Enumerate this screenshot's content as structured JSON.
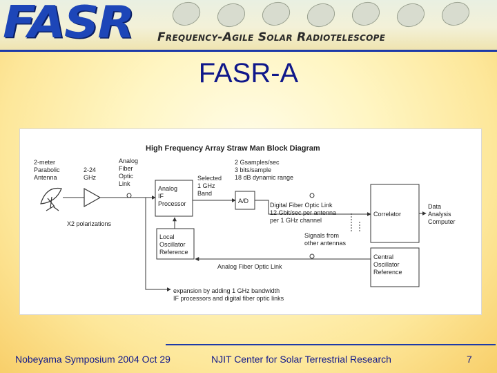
{
  "header": {
    "logo_text": "FASR",
    "subtitle": "Frequency-Agile Solar Radiotelescope",
    "brand_color": "#1d46b8"
  },
  "slide": {
    "title": "FASR-A"
  },
  "diagram": {
    "title": "High Frequency Array Straw Man Block Diagram",
    "antenna_label": [
      "2-meter",
      "Parabolic",
      "Antenna"
    ],
    "freq_label": [
      "2-24",
      "GHz"
    ],
    "fiber_label": [
      "Analog",
      "Fiber",
      "Optic",
      "Link"
    ],
    "polarization_label": "X2 polarizations",
    "if_processor": [
      "Analog",
      "IF",
      "Processor"
    ],
    "band_label": [
      "Selected",
      "1 GHz",
      "Band"
    ],
    "sampling_label": [
      "2 Gsamples/sec",
      "3 bits/sample",
      "18 dB dynamic range"
    ],
    "ad_label": "A/D",
    "digital_link_label": [
      "Digital Fiber Optic Link",
      "12 Gbit/sec per antenna",
      "per 1 GHz channel"
    ],
    "correlator": "Correlator",
    "data_analysis": [
      "Data",
      "Analysis",
      "Computer"
    ],
    "local_osc": [
      "Local",
      "Oscillator",
      "Reference"
    ],
    "other_antennas": [
      "Signals from",
      "other antennas"
    ],
    "central_osc": [
      "Central",
      "Oscillator",
      "Reference"
    ],
    "analog_return_label": "Analog Fiber Optic Link",
    "expansion_label": [
      "expansion by adding 1 GHz bandwidth",
      "IF processors and digital fiber optic links"
    ]
  },
  "footer": {
    "left": "Nobeyama Symposium  2004 Oct 29",
    "center": "NJIT Center for Solar Terrestrial Research",
    "page": "7"
  }
}
